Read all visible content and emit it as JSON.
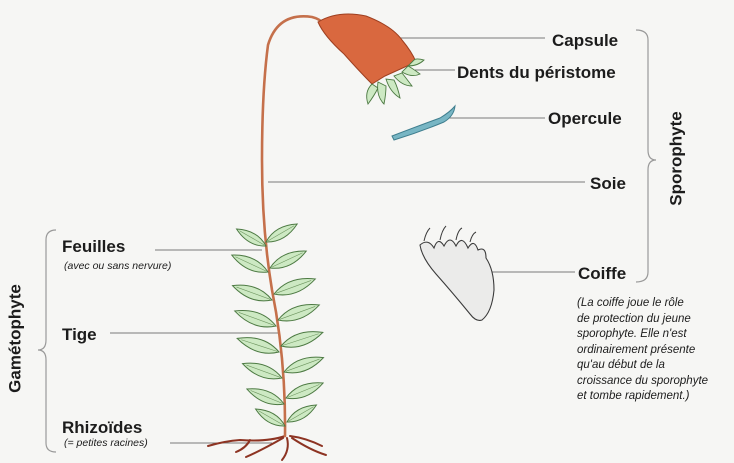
{
  "labels": {
    "capsule": "Capsule",
    "dents": "Dents du péristome",
    "opercule": "Opercule",
    "soie": "Soie",
    "coiffe": "Coiffe",
    "feuilles": "Feuilles",
    "feuilles_note": "(avec ou sans nervure)",
    "tige": "Tige",
    "rhizoides": "Rhizoïdes",
    "rhizoides_note": "(= petites racines)"
  },
  "groups": {
    "sporophyte": "Sporophyte",
    "gametophyte": "Gamétophyte"
  },
  "coiffe_note": [
    "(La coiffe joue le rôle",
    "de protection du jeune",
    "sporophyte. Elle n'est",
    "ordinairement présente",
    "qu'au début de la",
    "croissance du sporophyte",
    "et tombe rapidement.)"
  ],
  "colors": {
    "capsule": "#d9683f",
    "stalk": "#c5704b",
    "leaf_fill": "#cde9c3",
    "leaf_stroke": "#4d7a43",
    "opercule": "#78b6c4",
    "rhizoid": "#8d3322",
    "line": "#7a7a7a"
  }
}
